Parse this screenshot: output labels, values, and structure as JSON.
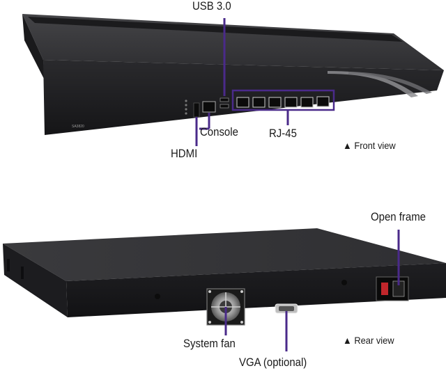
{
  "colors": {
    "callout": "#4a2a8a",
    "chassis_top": "#3a3a3c",
    "chassis_front": "#1e1e20",
    "background": "#ffffff"
  },
  "front": {
    "labels": {
      "usb": "USB 3.0",
      "console": "Console",
      "rj45": "RJ-45",
      "hdmi": "HDMI",
      "view": "▲ Front view"
    }
  },
  "rear": {
    "labels": {
      "open_frame": "Open frame",
      "system_fan": "System fan",
      "vga": "VGA (optional)",
      "view": "▲ Rear view"
    }
  }
}
